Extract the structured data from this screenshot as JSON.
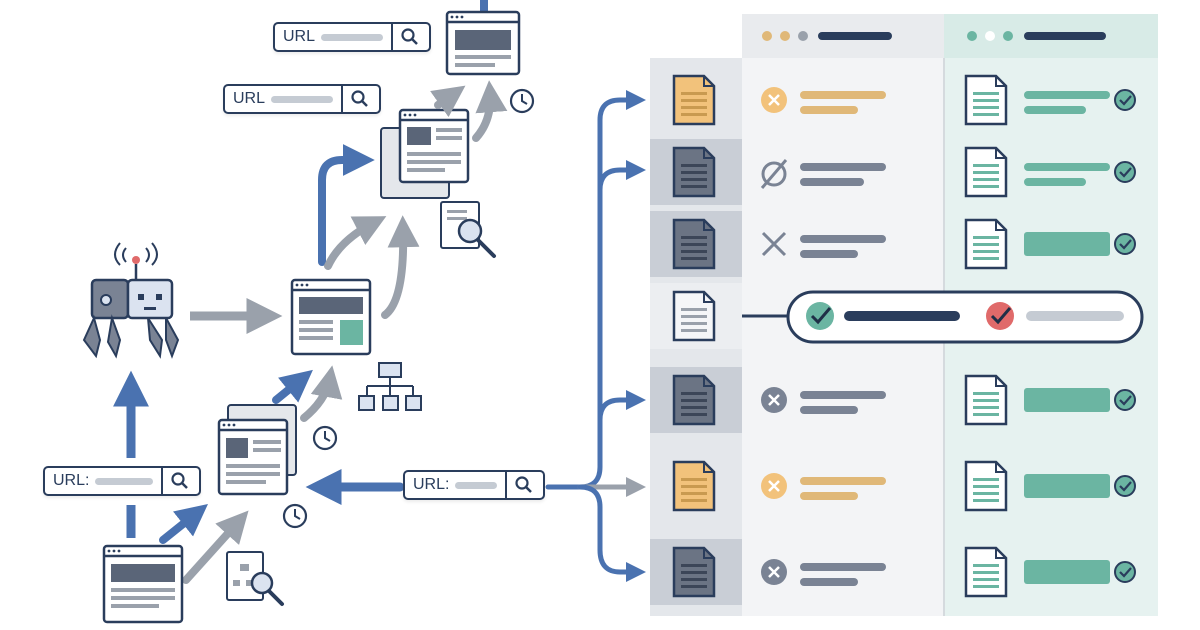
{
  "url_fields": {
    "top": "URL",
    "mid": "URL",
    "bottom_left": "URL:",
    "center": "URL:"
  },
  "icons": {
    "crawler": "crawler-robot-icon",
    "search": "search-icon",
    "clock": "clock-icon",
    "sitemap": "sitemap-icon",
    "document": "document-icon",
    "check": "check-icon",
    "cross": "cross-icon",
    "blocked": "blocked-icon"
  },
  "colors": {
    "navy": "#2a3d5c",
    "blue_arrow": "#4a72b0",
    "gray_arrow": "#9aa1ab",
    "orange_doc": "#f2c27b",
    "teal": "#6bb5a2",
    "red_check": "#e06a6a",
    "panel_gray": "#f2f3f5",
    "panel_teal": "#e7f3f1"
  },
  "status_rows": [
    {
      "left_status": "rejected",
      "left_doc": "orange",
      "right_status": "indexed"
    },
    {
      "left_status": "blocked",
      "left_doc": "dark",
      "right_status": "indexed"
    },
    {
      "left_status": "rejected",
      "left_doc": "dark",
      "right_status": "indexed"
    },
    {
      "left_status": "comparison",
      "left_doc": "light",
      "right_status": "comparison"
    },
    {
      "left_status": "rejected",
      "left_doc": "dark",
      "right_status": "indexed"
    },
    {
      "left_status": "rejected",
      "left_doc": "orange",
      "right_status": "indexed"
    },
    {
      "left_status": "rejected",
      "left_doc": "dark",
      "right_status": "indexed"
    }
  ]
}
